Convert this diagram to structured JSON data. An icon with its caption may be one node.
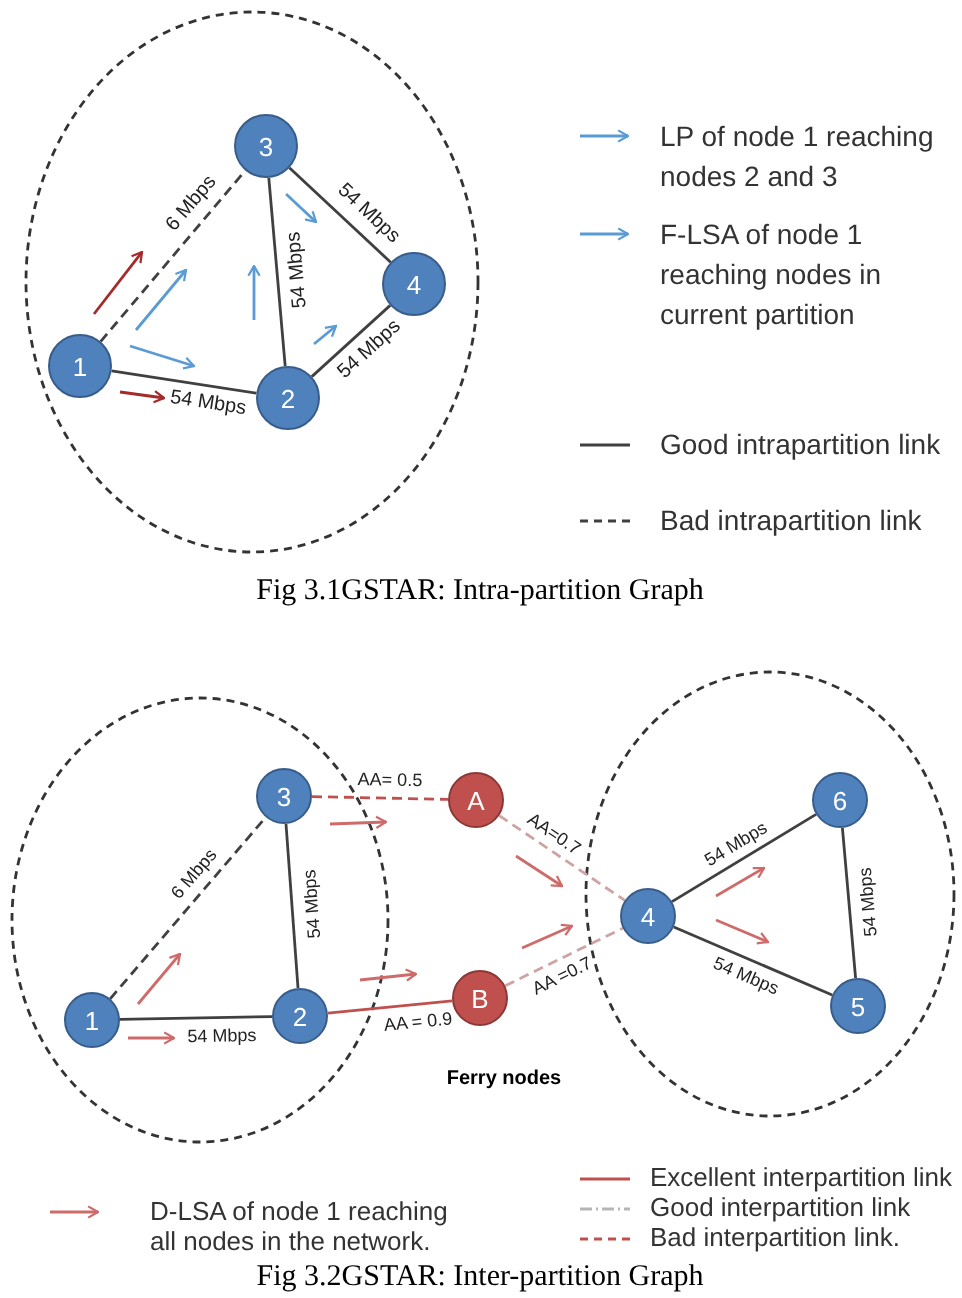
{
  "diagram": {
    "nodes": [
      {
        "text": [],
        "shape": "ellipse"
      },
      {
        "text": [
          "1"
        ],
        "in": 0
      },
      {
        "text": [
          "2"
        ],
        "in": 0
      },
      {
        "text": [
          "3"
        ],
        "in": 0
      },
      {
        "text": [
          "4"
        ],
        "in": 0
      },
      {
        "text": [],
        "shape": "ellipse"
      },
      {
        "text": [
          "1"
        ],
        "in": 5
      },
      {
        "text": [
          "2"
        ],
        "in": 5
      },
      {
        "text": [
          "3"
        ],
        "in": 5
      },
      {
        "text": [
          "A"
        ]
      },
      {
        "text": [
          "B"
        ]
      },
      {
        "text": [],
        "shape": "ellipse"
      },
      {
        "text": [
          "4"
        ],
        "in": 11
      },
      {
        "text": [
          "5"
        ],
        "in": 11
      },
      {
        "text": [
          "6"
        ],
        "in": 11
      }
    ],
    "edges": [
      {
        "from": 1,
        "to": 3,
        "arrow": "none",
        "label": "6 Mbps",
        "style": "dashed"
      },
      {
        "from": 1,
        "to": 2,
        "arrow": "none",
        "label": "54 Mbps"
      },
      {
        "from": 3,
        "to": 2,
        "arrow": "none",
        "label": "54 Mbps"
      },
      {
        "from": 3,
        "to": 4,
        "arrow": "none",
        "label": "54 Mbps"
      },
      {
        "from": 2,
        "to": 4,
        "arrow": "none",
        "label": "54 Mbps"
      },
      {
        "from": 6,
        "to": 8,
        "arrow": "none",
        "label": "6 Mbps",
        "style": "dashed"
      },
      {
        "from": 6,
        "to": 7,
        "arrow": "none",
        "label": "54 Mbps"
      },
      {
        "from": 8,
        "to": 7,
        "arrow": "none",
        "label": "54 Mbps"
      },
      {
        "from": 8,
        "to": 9,
        "arrow": "none",
        "label": "AA= 0.5",
        "style": "dashed",
        "color": "#c0504d"
      },
      {
        "from": 7,
        "to": 10,
        "arrow": "none",
        "label": "AA = 0.9",
        "color": "#c0504d"
      },
      {
        "from": 9,
        "to": 12,
        "arrow": "none",
        "label": "AA=0.7",
        "style": "dashed",
        "color": "#cfa3a3"
      },
      {
        "from": 10,
        "to": 12,
        "arrow": "none",
        "label": "AA =0.7",
        "style": "dashed",
        "color": "#cfa3a3"
      },
      {
        "from": 12,
        "to": 14,
        "arrow": "none",
        "label": "54 Mbps"
      },
      {
        "from": 12,
        "to": 13,
        "arrow": "none",
        "label": "54 Mbps"
      },
      {
        "from": 14,
        "to": 13,
        "arrow": "none",
        "label": "54 Mbps"
      }
    ],
    "labels": [
      "Fig 3.1GSTAR: Intra-partition Graph",
      "Ferry nodes",
      "Fig 3.2GSTAR: Inter-partition Graph"
    ],
    "legend": [
      {
        "text": "LP of node 1 reaching nodes 2 and 3"
      },
      {
        "text": "F-LSA of node 1 reaching nodes in current partition"
      },
      {
        "text": "Good intrapartition link"
      },
      {
        "text": "Bad intrapartition link"
      },
      {
        "text": "D-LSA of node 1 reaching all nodes in the network."
      },
      {
        "text": "Excellent interpartition link"
      },
      {
        "text": "Good interpartition link"
      },
      {
        "text": "Bad interpartition link."
      }
    ]
  }
}
